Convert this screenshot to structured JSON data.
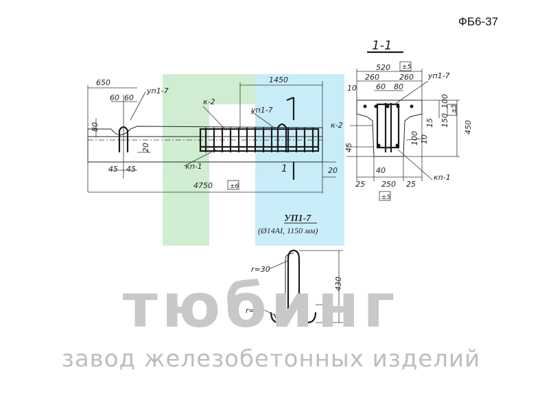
{
  "code": "ФБ6-37",
  "watermark": {
    "title": "тюбинг",
    "subtitle": "завод железобетонных изделий",
    "colors": {
      "green": "#bfe6bf",
      "blue": "#b7e8f8",
      "gray": "#c8c8c8"
    }
  },
  "section": {
    "label": "1-1"
  },
  "detail": {
    "title": "УП1-7",
    "spec": "(Ø14AI, 1150 мм)"
  },
  "labels": {
    "up17": "уп1-7",
    "k2": "к-2",
    "kp1": "кп-1",
    "cut": "1",
    "r30": "r=30",
    "box_t6": "±6",
    "box_t5": "±5"
  },
  "dims": {
    "d650": "650",
    "d60a": "60",
    "d60b": "60",
    "d80": "80",
    "d20": "20",
    "d45a": "45",
    "d45b": "45",
    "d1450": "1450",
    "d4750": "4750",
    "d20b": "20",
    "s520": "520",
    "s260a": "260",
    "s260b": "260",
    "s60": "60",
    "s80": "80",
    "s10a": "10",
    "s100a": "100",
    "s15": "15",
    "s150": "150",
    "s450": "450",
    "s45": "45",
    "s100b": "100",
    "s10b": "10",
    "s40": "40",
    "s25a": "25",
    "s250": "250",
    "s25b": "25",
    "u430": "430",
    "u30": "30"
  }
}
